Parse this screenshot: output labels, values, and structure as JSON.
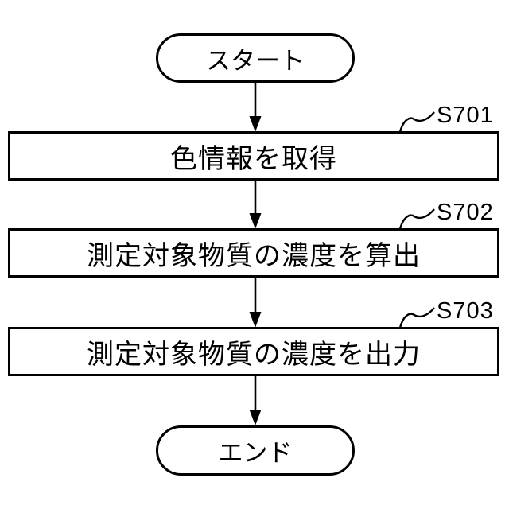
{
  "colors": {
    "background": "#ffffff",
    "ink": "#000000"
  },
  "flowchart": {
    "start": {
      "label": "スタート"
    },
    "steps": [
      {
        "label": "色情報を取得",
        "ref": "S701"
      },
      {
        "label": "測定対象物質の濃度を算出",
        "ref": "S702"
      },
      {
        "label": "測定対象物質の濃度を出力",
        "ref": "S703"
      }
    ],
    "end": {
      "label": "エンド"
    }
  }
}
